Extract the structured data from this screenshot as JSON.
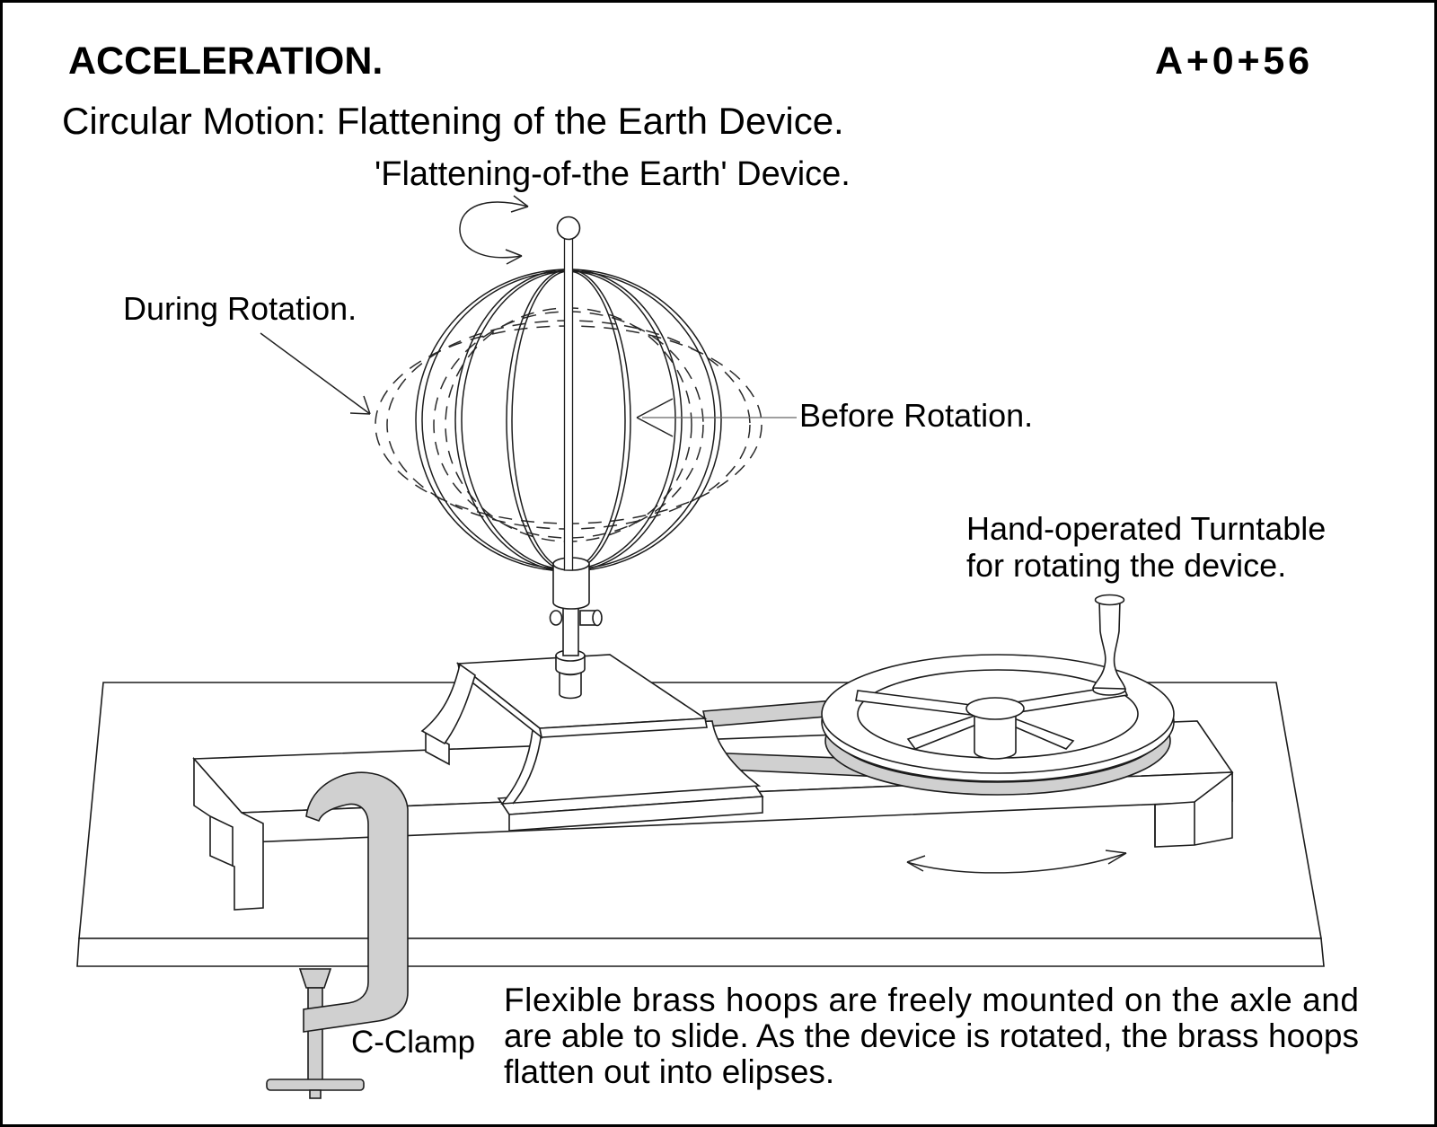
{
  "page": {
    "heading": "ACCELERATION.",
    "code": "A+0+56",
    "subtitle": "Circular Motion: Flattening of the Earth Device."
  },
  "diagram": {
    "device_title": "'Flattening-of-the Earth' Device.",
    "during_label": "During Rotation.",
    "before_label": "Before Rotation.",
    "turntable_label_1": "Hand-operated Turntable",
    "turntable_label_2": "for rotating the device.",
    "clamp_label": "C-Clamp",
    "caption_1": "Flexible brass hoops are freely mounted on the axle and",
    "caption_2": "are able to slide. As the device is rotated, the brass hoops",
    "caption_3": "flatten out into elipses.",
    "colors": {
      "line": "#1c1c1c",
      "metal_gray": "#d0d0d0",
      "background": "#ffffff"
    }
  }
}
